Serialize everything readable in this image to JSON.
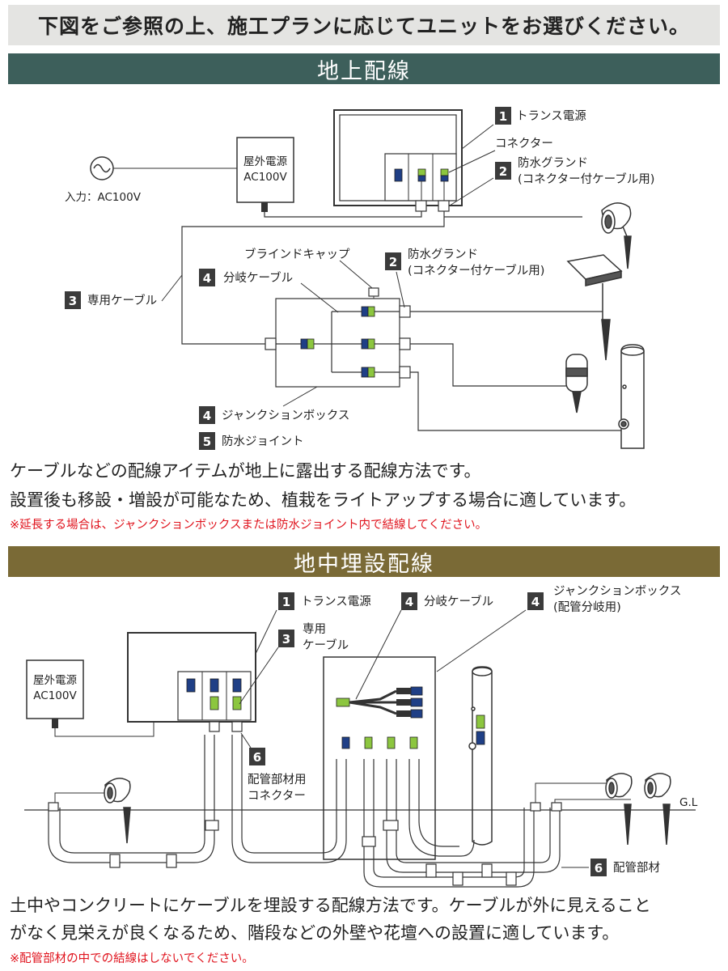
{
  "header": {
    "instruction": "下図をご参照の上、施工プランに応じてユニットをお選びください。"
  },
  "sections": [
    {
      "title": "地上配線",
      "labels": {
        "transformer": "トランス電源",
        "connector": "コネクター",
        "gland_top_1": "防水グランド",
        "gland_top_2": "(コネクター付ケーブル用)",
        "outdoor_power_1": "屋外電源",
        "outdoor_power_2": "AC100V",
        "input": "入力：AC100V",
        "blind_cap": "ブラインドキャップ",
        "gland_mid_1": "防水グランド",
        "gland_mid_2": "(コネクター付ケーブル用)",
        "branch_cable": "分岐ケーブル",
        "dedicated_cable": "専用ケーブル",
        "junction_box": "ジャンクションボックス",
        "waterproof_joint": "防水ジョイント"
      },
      "numbers": {
        "transformer": "1",
        "gland_top": "2",
        "gland_mid": "2",
        "branch_cable": "4",
        "dedicated_cable": "3",
        "junction_box": "4",
        "waterproof_joint": "5"
      },
      "description_1": "ケーブルなどの配線アイテムが地上に露出する配線方法です。",
      "description_2": "設置後も移設・増設が可能なため、植栽をライトアップする場合に適しています。",
      "note": "※延長する場合は、ジャンクションボックスまたは防水ジョイント内で結線してください。"
    },
    {
      "title": "地中埋設配線",
      "labels": {
        "transformer": "トランス電源",
        "branch_cable": "分岐ケーブル",
        "junction_box_1": "ジャンクションボックス",
        "junction_box_2": "(配管分岐用)",
        "dedicated_cable_1": "専用",
        "dedicated_cable_2": "ケーブル",
        "outdoor_power_1": "屋外電源",
        "outdoor_power_2": "AC100V",
        "pipe_connector_1": "配管部材用",
        "pipe_connector_2": "コネクター",
        "ground_level": "G.L",
        "pipe_material": "配管部材"
      },
      "numbers": {
        "transformer": "1",
        "branch_cable": "4",
        "junction_box": "4",
        "dedicated_cable": "3",
        "pipe_connector": "6",
        "pipe_material": "6"
      },
      "description_1": "土中やコンクリートにケーブルを埋設する配線方法です。ケーブルが外に見えること",
      "description_2": "がなく見栄えが良くなるため、階段などの外壁や花壇への設置に適しています。",
      "note": "※配管部材の中での結線はしないでください。"
    }
  ],
  "colors": {
    "band_ground": "#3d5f5b",
    "band_buried": "#7a6a36",
    "connector_blue": "#1f3f86",
    "connector_green": "#8cc63f",
    "note_red": "#e0141e"
  },
  "icons": [
    "ac-source-icon",
    "spotlight-icon",
    "wall-light-icon",
    "bollard-light-icon",
    "pole-light-icon"
  ]
}
